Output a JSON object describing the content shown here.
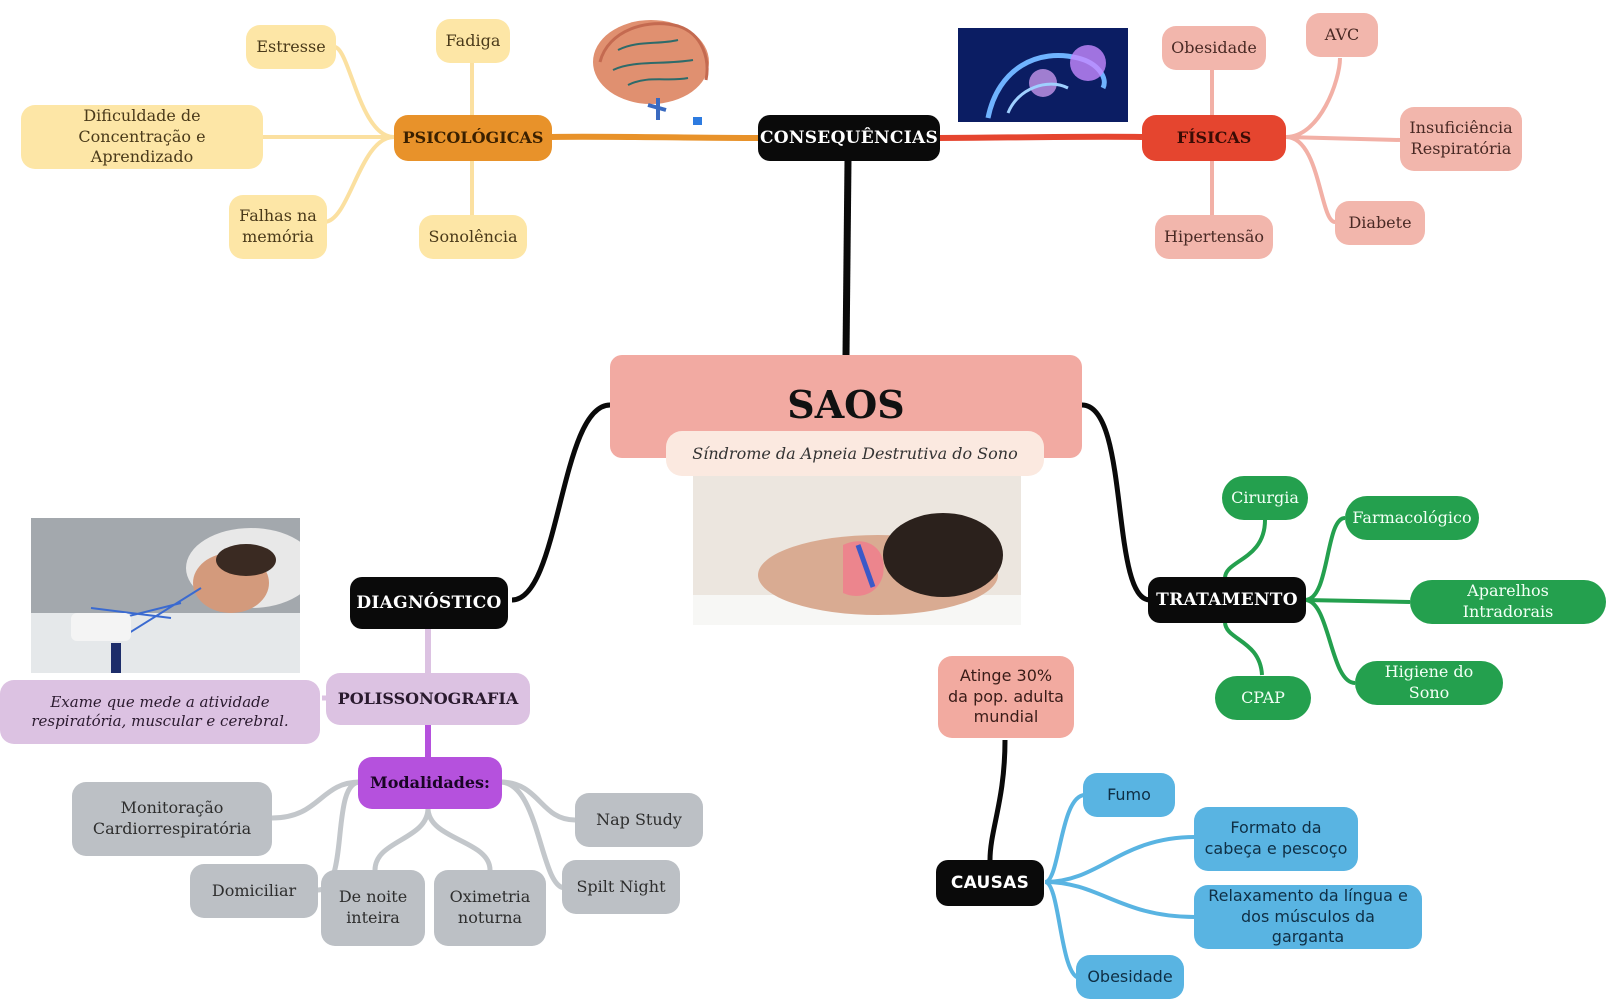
{
  "center": {
    "title": "SAOS",
    "subtitle": "Síndrome da Apneia Destrutiva do Sono",
    "stat": "Atinge 30% da pop. adulta mundial"
  },
  "consequencias": {
    "label": "CONSEQUÊNCIAS",
    "psicologicas": {
      "label": "PSICOLÓGICAS",
      "items": [
        "Estresse",
        "Fadiga",
        "Dificuldade de Concentração e Aprendizado",
        "Falhas na memória",
        "Sonolência"
      ]
    },
    "fisicas": {
      "label": "FÍSICAS",
      "items": [
        "Obesidade",
        "AVC",
        "Insuficiência Respiratória",
        "Hipertensão",
        "Diabete"
      ]
    }
  },
  "tratamento": {
    "label": "TRATAMENTO",
    "items": [
      "Cirurgia",
      "Farmacológico",
      "Aparelhos Intradorais",
      "Higiene do Sono",
      "CPAP"
    ]
  },
  "causas": {
    "label": "CAUSAS",
    "items": [
      "Fumo",
      "Formato da cabeça e pescoço",
      "Relaxamento da língua e dos músculos da garganta",
      "Obesidade"
    ]
  },
  "diagnostico": {
    "label": "DIAGNÓSTICO",
    "exam": "POLISSONOGRAFIA",
    "exam_description": "Exame que mede a atividade respiratória, muscular e cerebral.",
    "modalidades": {
      "label": "Modalidades:",
      "items": [
        "Monitoração Cardiorrespiratória",
        "Domiciliar",
        "De noite inteira",
        "Oximetria noturna",
        "Nap Study",
        "Spilt Night"
      ]
    }
  },
  "colors": {
    "psicologicas": "#e8922a",
    "fisicas": "#e5452f",
    "tratamento": "#24a04e",
    "causas": "#59b4e2",
    "diagnostico": "#b551dd",
    "center": "#f2aaa2"
  },
  "images": [
    "brain-image",
    "body-xray-image",
    "sleeping-man-apnea-image",
    "polysomnography-patient-image"
  ]
}
